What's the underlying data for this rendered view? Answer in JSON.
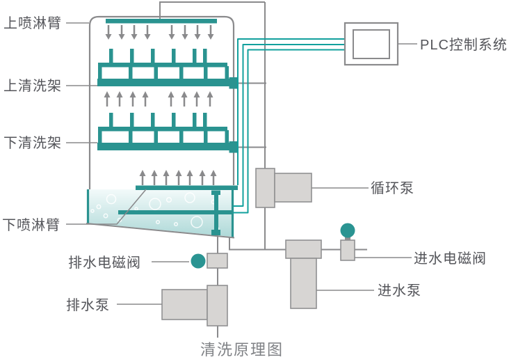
{
  "title": "清洗原理图",
  "labels": {
    "upper_spray_arm": "上喷淋臂",
    "upper_rack": "上清洗架",
    "lower_rack": "下清洗架",
    "lower_spray_arm": "下喷淋臂",
    "drain_valve": "排水电磁阀",
    "drain_pump": "排水泵",
    "plc": "PLC控制系统",
    "circulation_pump": "循环泵",
    "inlet_valve": "进水电磁阀",
    "inlet_pump": "进水泵"
  },
  "colors": {
    "teal_shape": "#2a9390",
    "teal_line": "#12a09d",
    "gray_line": "#8a8a8c",
    "component_fill": "#d7d5d3",
    "component_border": "#909092",
    "label_text": "#54555a",
    "title_text": "#7f8185",
    "water_top": "#f3fafa",
    "water_bottom": "#aed9d8"
  }
}
